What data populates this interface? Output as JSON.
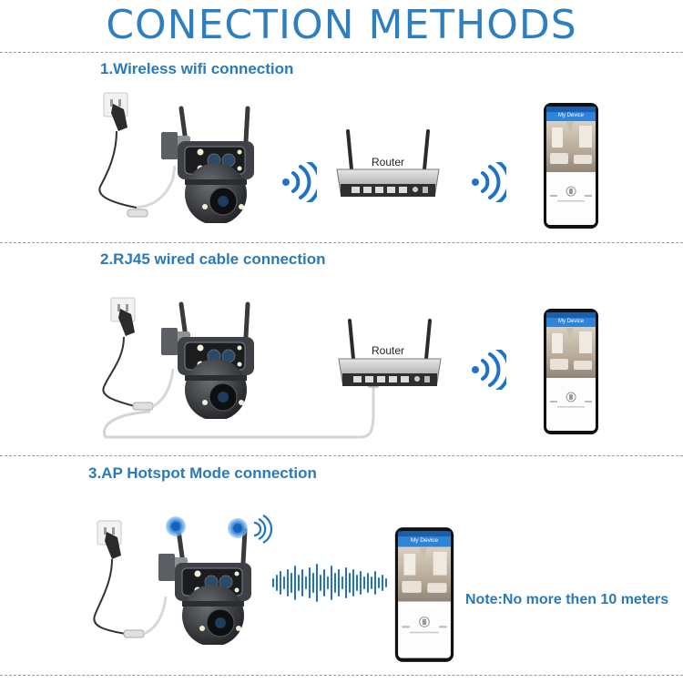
{
  "title": "CONECTION METHODS",
  "sections": [
    {
      "label": "1.Wireless wifi connection",
      "router_label": "Router",
      "phone_header": "My Device"
    },
    {
      "label": "2.RJ45 wired cable connection",
      "router_label": "Router",
      "phone_header": "My Device"
    },
    {
      "label": "3.AP Hotspot Mode connection",
      "phone_header": "My Device"
    }
  ],
  "note": "Note:No more then 10 meters",
  "colors": {
    "accent": "#2d7fbf",
    "wave": "#1e73c9",
    "divider": "#9a9a9a"
  }
}
